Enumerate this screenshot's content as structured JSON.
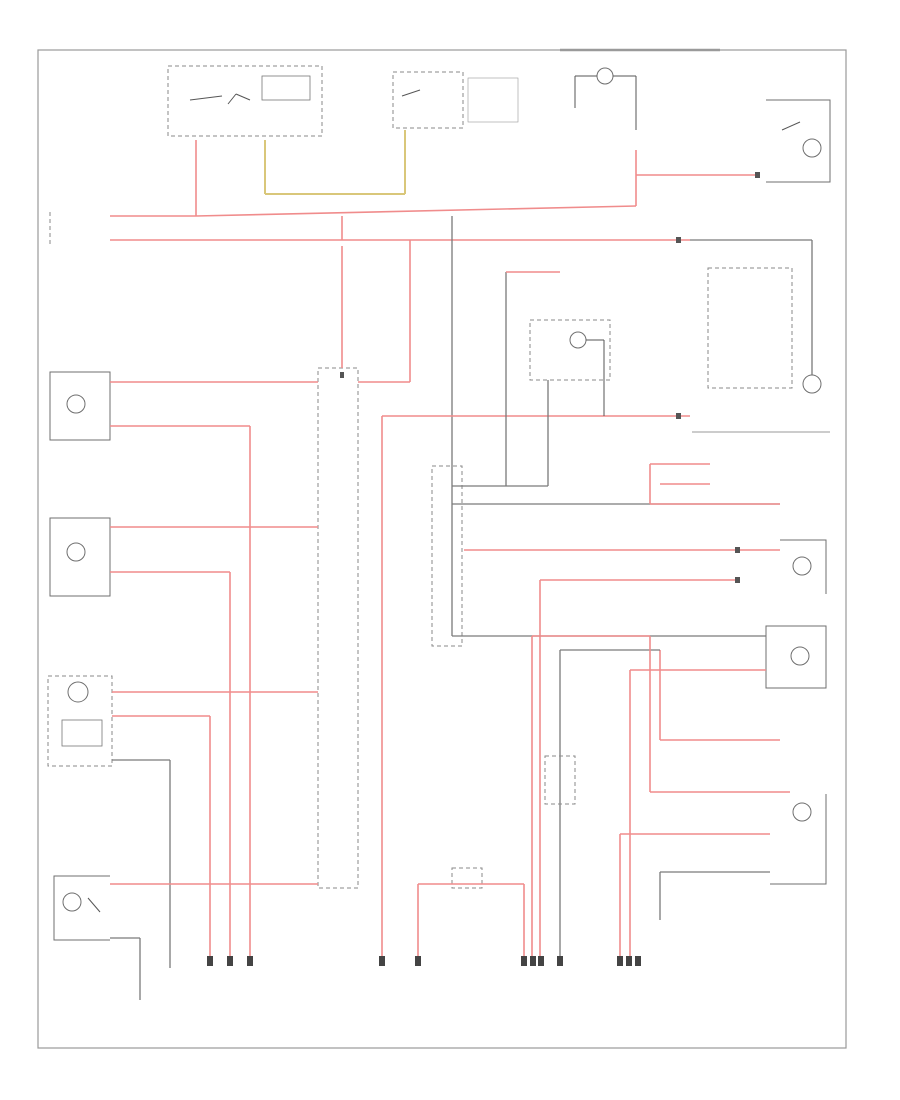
{
  "diagram": {
    "type": "wiring-schematic",
    "wire_colors": {
      "red_wire": "#f08c8c",
      "gray_wire": "#7a7a7a",
      "yellow_wire": "#d9c77a",
      "frame": "#9a9a9a"
    },
    "components": [
      "combination-switch",
      "ignition-switch",
      "bulb-top-right",
      "lamp-right-upper",
      "lamp-left-1",
      "lamp-left-2",
      "controller-left",
      "lamp-left-bottom",
      "instrument-cluster-block",
      "cluster-junction",
      "lamp-right-1",
      "lamp-right-2",
      "lamp-right-3",
      "diode-bottom",
      "fuse-bottom-center"
    ]
  }
}
